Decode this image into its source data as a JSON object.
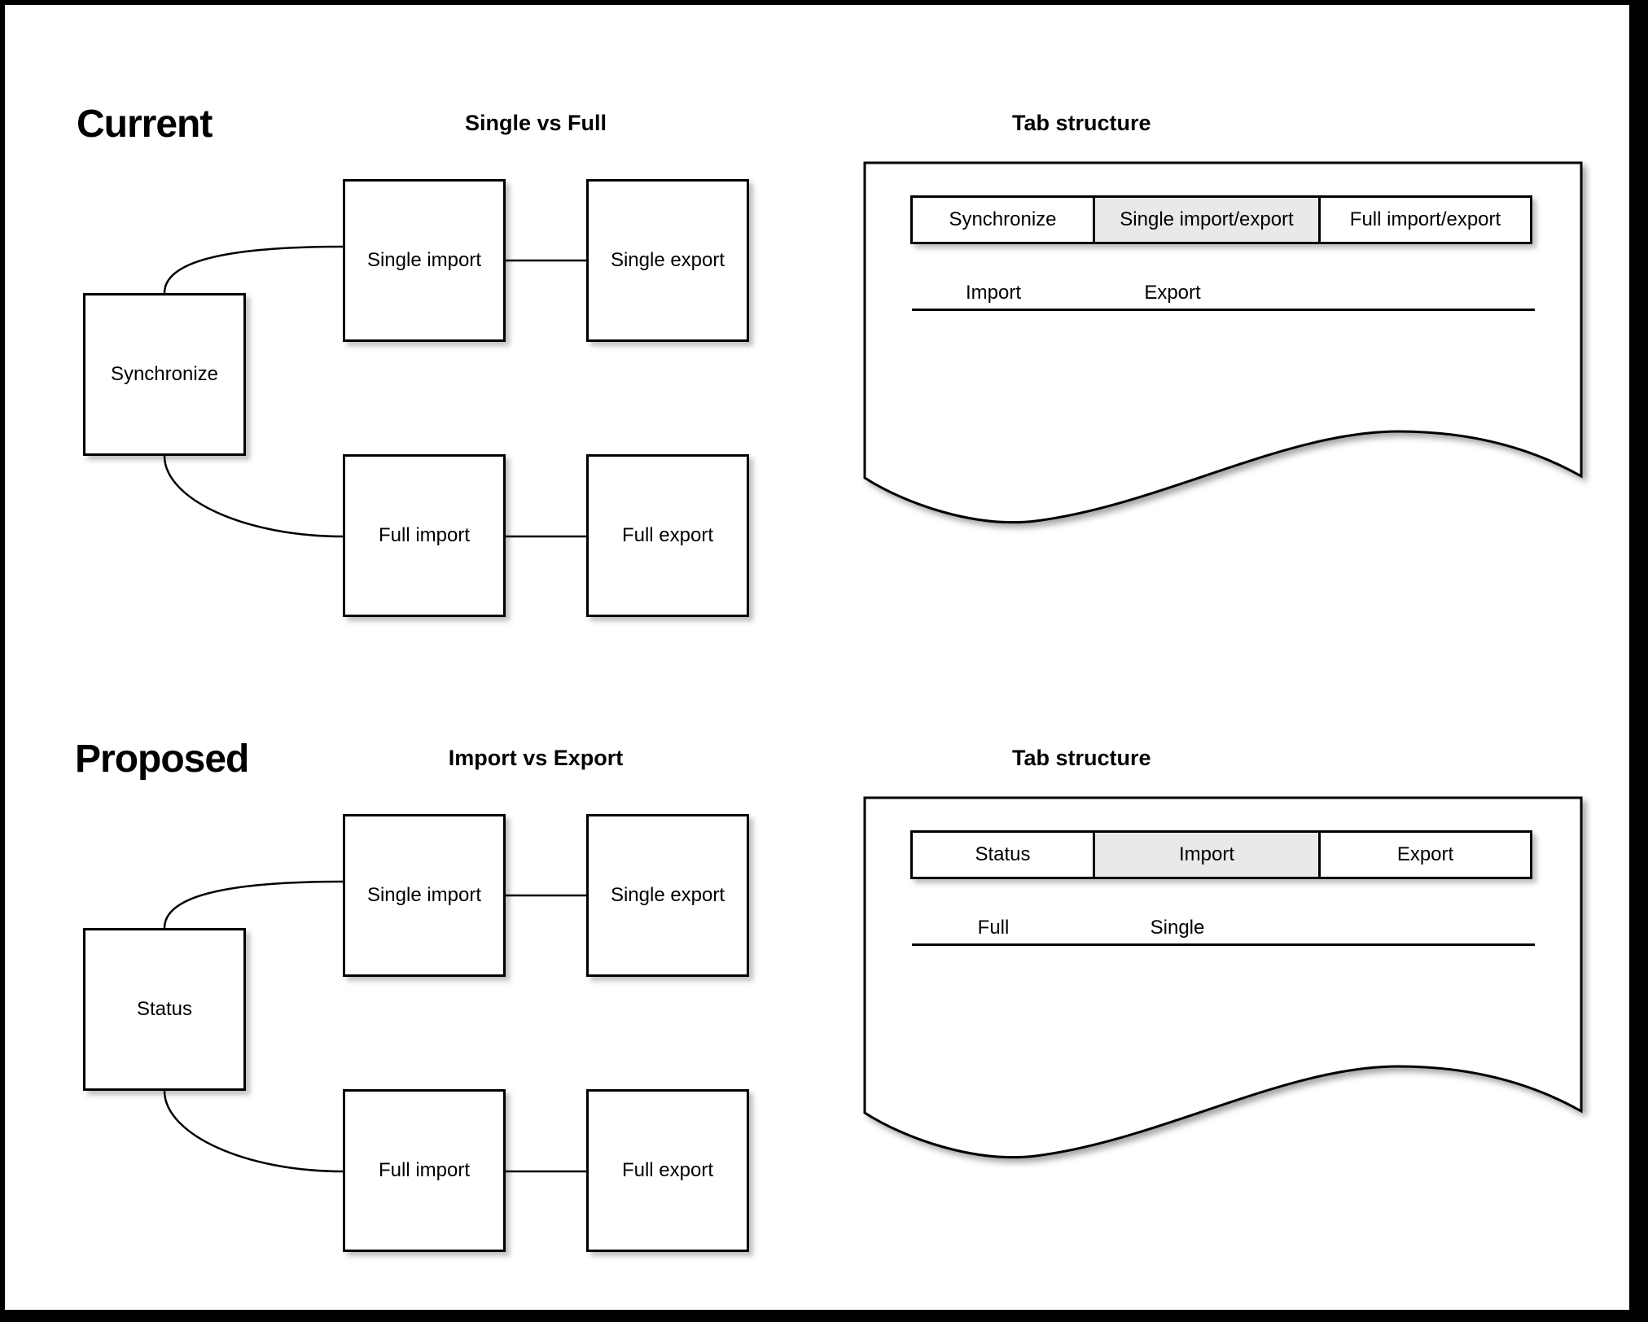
{
  "colors": {
    "frame": "#000000",
    "canvas": "#ffffff",
    "line": "#000000",
    "selected_tab_bg": "#e9e9e9"
  },
  "current": {
    "heading": "Current",
    "flow_title": "Single vs Full",
    "panel_title": "Tab structure",
    "flow": {
      "source": "Synchronize",
      "single_import": "Single import",
      "single_export": "Single export",
      "full_import": "Full import",
      "full_export": "Full export"
    },
    "tabs": [
      {
        "label": "Synchronize",
        "selected": false
      },
      {
        "label": "Single import/export",
        "selected": true
      },
      {
        "label": "Full import/export",
        "selected": false
      }
    ],
    "content_tabs": [
      {
        "label": "Import"
      },
      {
        "label": "Export"
      }
    ]
  },
  "proposed": {
    "heading": "Proposed",
    "flow_title": "Import vs Export",
    "panel_title": "Tab structure",
    "flow": {
      "source": "Status",
      "single_import": "Single import",
      "single_export": "Single export",
      "full_import": "Full import",
      "full_export": "Full export"
    },
    "tabs": [
      {
        "label": "Status",
        "selected": false
      },
      {
        "label": "Import",
        "selected": true
      },
      {
        "label": "Export",
        "selected": false
      }
    ],
    "content_tabs": [
      {
        "label": "Full"
      },
      {
        "label": "Single"
      }
    ]
  }
}
